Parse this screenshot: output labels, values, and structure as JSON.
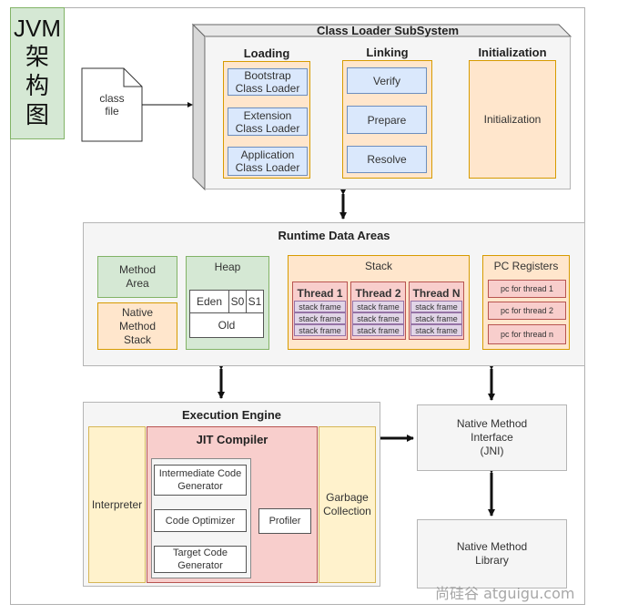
{
  "tag": {
    "chars": [
      "JVM",
      "架",
      "构",
      "图"
    ]
  },
  "class_file": "class\nfile",
  "cls": {
    "title": "Class Loader SubSystem",
    "loading": {
      "title": "Loading",
      "items": [
        "Bootstrap\nClass Loader",
        "Extension\nClass Loader",
        "Application\nClass Loader"
      ]
    },
    "linking": {
      "title": "Linking",
      "items": [
        "Verify",
        "Prepare",
        "Resolve"
      ]
    },
    "init": {
      "title": "Initialization",
      "label": "Initialization"
    }
  },
  "rda": {
    "title": "Runtime Data Areas",
    "method_area": "Method\nArea",
    "native_stack": "Native\nMethod\nStack",
    "heap": {
      "title": "Heap",
      "eden": "Eden",
      "s0": "S0",
      "s1": "S1",
      "old": "Old"
    },
    "stack": {
      "title": "Stack",
      "threads": [
        {
          "name": "Thread 1",
          "frames": [
            "stack frame",
            "stack frame",
            "stack frame"
          ]
        },
        {
          "name": "Thread 2",
          "frames": [
            "stack frame",
            "stack frame",
            "stack frame"
          ]
        },
        {
          "name": "Thread N",
          "frames": [
            "stack frame",
            "stack frame",
            "stack frame"
          ]
        }
      ]
    },
    "pc": {
      "title": "PC Registers",
      "items": [
        "pc for thread 1",
        "pc for thread 2",
        "pc for thread n"
      ]
    }
  },
  "ee": {
    "title": "Execution Engine",
    "interpreter": "Interpreter",
    "jit": {
      "title": "JIT Compiler",
      "icg": "Intermediate Code\nGenerator",
      "optimizer": "Code Optimizer",
      "tcg": "Target Code\nGenerator",
      "profiler": "Profiler"
    },
    "gc": "Garbage\nCollection"
  },
  "nmi": "Native Method\nInterface\n(JNI)",
  "nml": "Native Method\nLibrary",
  "watermark": "尚硅谷 atguigu.com"
}
